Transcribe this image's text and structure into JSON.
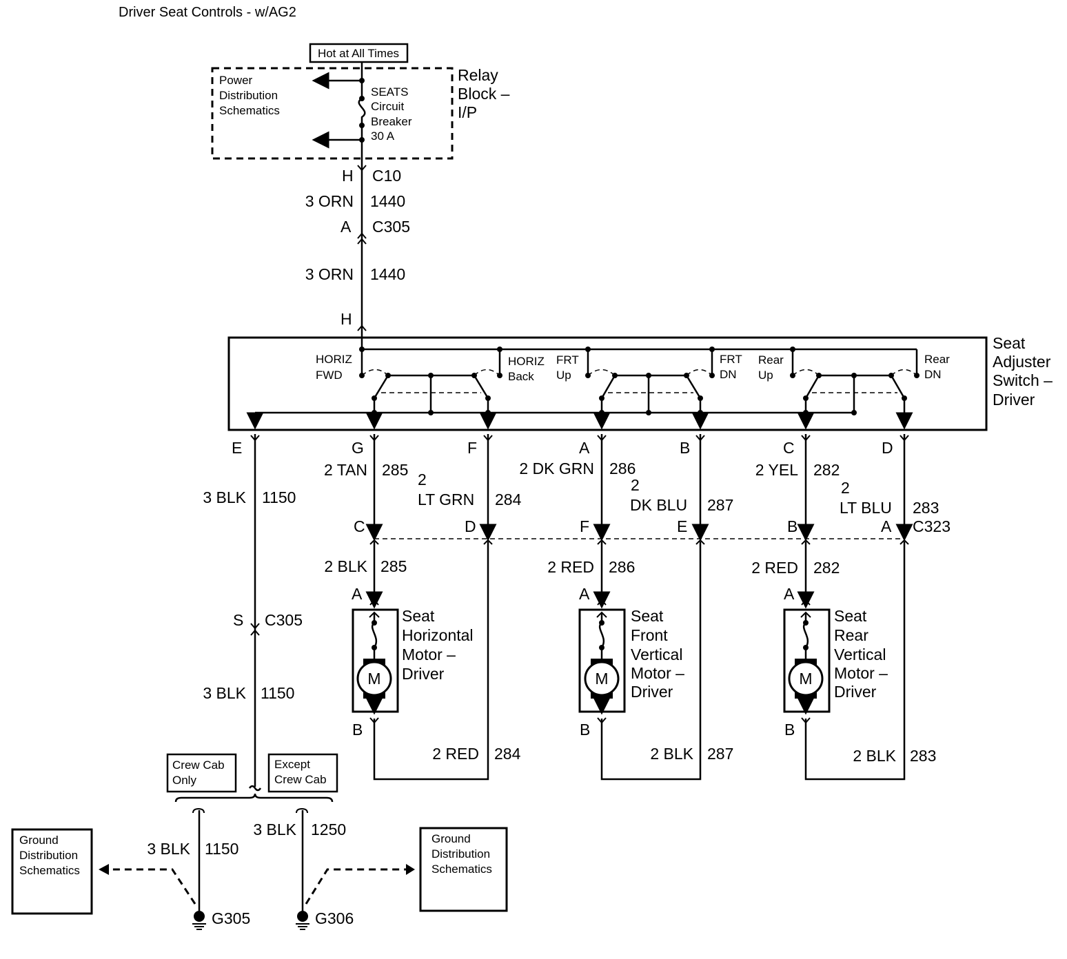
{
  "title": "Driver Seat Controls - w/AG2",
  "relay_block": {
    "hot_label": "Hot at All Times",
    "name": [
      "Relay",
      "Block –",
      "I/P"
    ],
    "power_ref": [
      "Power",
      "Distribution",
      "Schematics"
    ],
    "breaker": [
      "SEATS",
      "Circuit",
      "Breaker",
      "30 A"
    ]
  },
  "feed": {
    "pin_top": "H",
    "connector_top": "C10",
    "wire1_color": "3 ORN",
    "wire1_circuit": "1440",
    "pin_mid": "A",
    "connector_mid": "C305",
    "wire2_color": "3 ORN",
    "wire2_circuit": "1440",
    "pin_switch": "H"
  },
  "switch": {
    "name": [
      "Seat",
      "Adjuster",
      "Switch –",
      "Driver"
    ],
    "positions": {
      "horiz_fwd": [
        "HORIZ",
        "FWD"
      ],
      "horiz_back": [
        "HORIZ",
        "Back"
      ],
      "frt_up": [
        "FRT",
        "Up"
      ],
      "frt_dn": [
        "FRT",
        "DN"
      ],
      "rear_up": [
        "Rear",
        "Up"
      ],
      "rear_dn": [
        "Rear",
        "DN"
      ]
    },
    "pins": [
      "E",
      "G",
      "F",
      "A",
      "B",
      "C",
      "D"
    ]
  },
  "harness": {
    "g_wire": [
      "2 TAN",
      "285"
    ],
    "f_wire": [
      "2",
      "LT GRN",
      "284"
    ],
    "a_wire": [
      "2 DK GRN",
      "286"
    ],
    "b_wire": [
      "2",
      "DK BLU",
      "287"
    ],
    "c_wire": [
      "2 YEL",
      "282"
    ],
    "d_wire": [
      "2",
      "LT BLU",
      "283"
    ],
    "e_wire": [
      "3 BLK",
      "1150"
    ],
    "c323_pins": [
      "C",
      "D",
      "F",
      "E",
      "B",
      "A"
    ],
    "c323_label": "C323"
  },
  "motors": {
    "horizontal": {
      "name": [
        "Seat",
        "Horizontal",
        "Motor –",
        "Driver"
      ],
      "upper_wire": [
        "2 BLK",
        "285"
      ],
      "lower_wire": [
        "2 RED",
        "284"
      ],
      "pin_a": "A",
      "pin_b": "B",
      "symbol": "M"
    },
    "front": {
      "name": [
        "Seat",
        "Front",
        "Vertical",
        "Motor –",
        "Driver"
      ],
      "upper_wire": [
        "2 RED",
        "286"
      ],
      "lower_wire": [
        "2 BLK",
        "287"
      ],
      "pin_a": "A",
      "pin_b": "B",
      "symbol": "M"
    },
    "rear": {
      "name": [
        "Seat",
        "Rear",
        "Vertical",
        "Motor –",
        "Driver"
      ],
      "upper_wire": [
        "2 RED",
        "282"
      ],
      "lower_wire": [
        "2 BLK",
        "283"
      ],
      "pin_a": "A",
      "pin_b": "B",
      "symbol": "M"
    }
  },
  "ground": {
    "c305_pin": "S",
    "c305_label": "C305",
    "wire_lower": [
      "3 BLK",
      "1150"
    ],
    "crew_cab": [
      "Crew Cab",
      "Only"
    ],
    "except_crew": [
      "Except",
      "Crew Cab"
    ],
    "left_wire": [
      "3 BLK",
      "1150"
    ],
    "right_wire": [
      "3 BLK",
      "1250"
    ],
    "ground_ref_left": [
      "Ground",
      "Distribution",
      "Schematics"
    ],
    "ground_ref_right": [
      "Ground",
      "Distribution",
      "Schematics"
    ],
    "g_left": "G305",
    "g_right": "G306"
  }
}
